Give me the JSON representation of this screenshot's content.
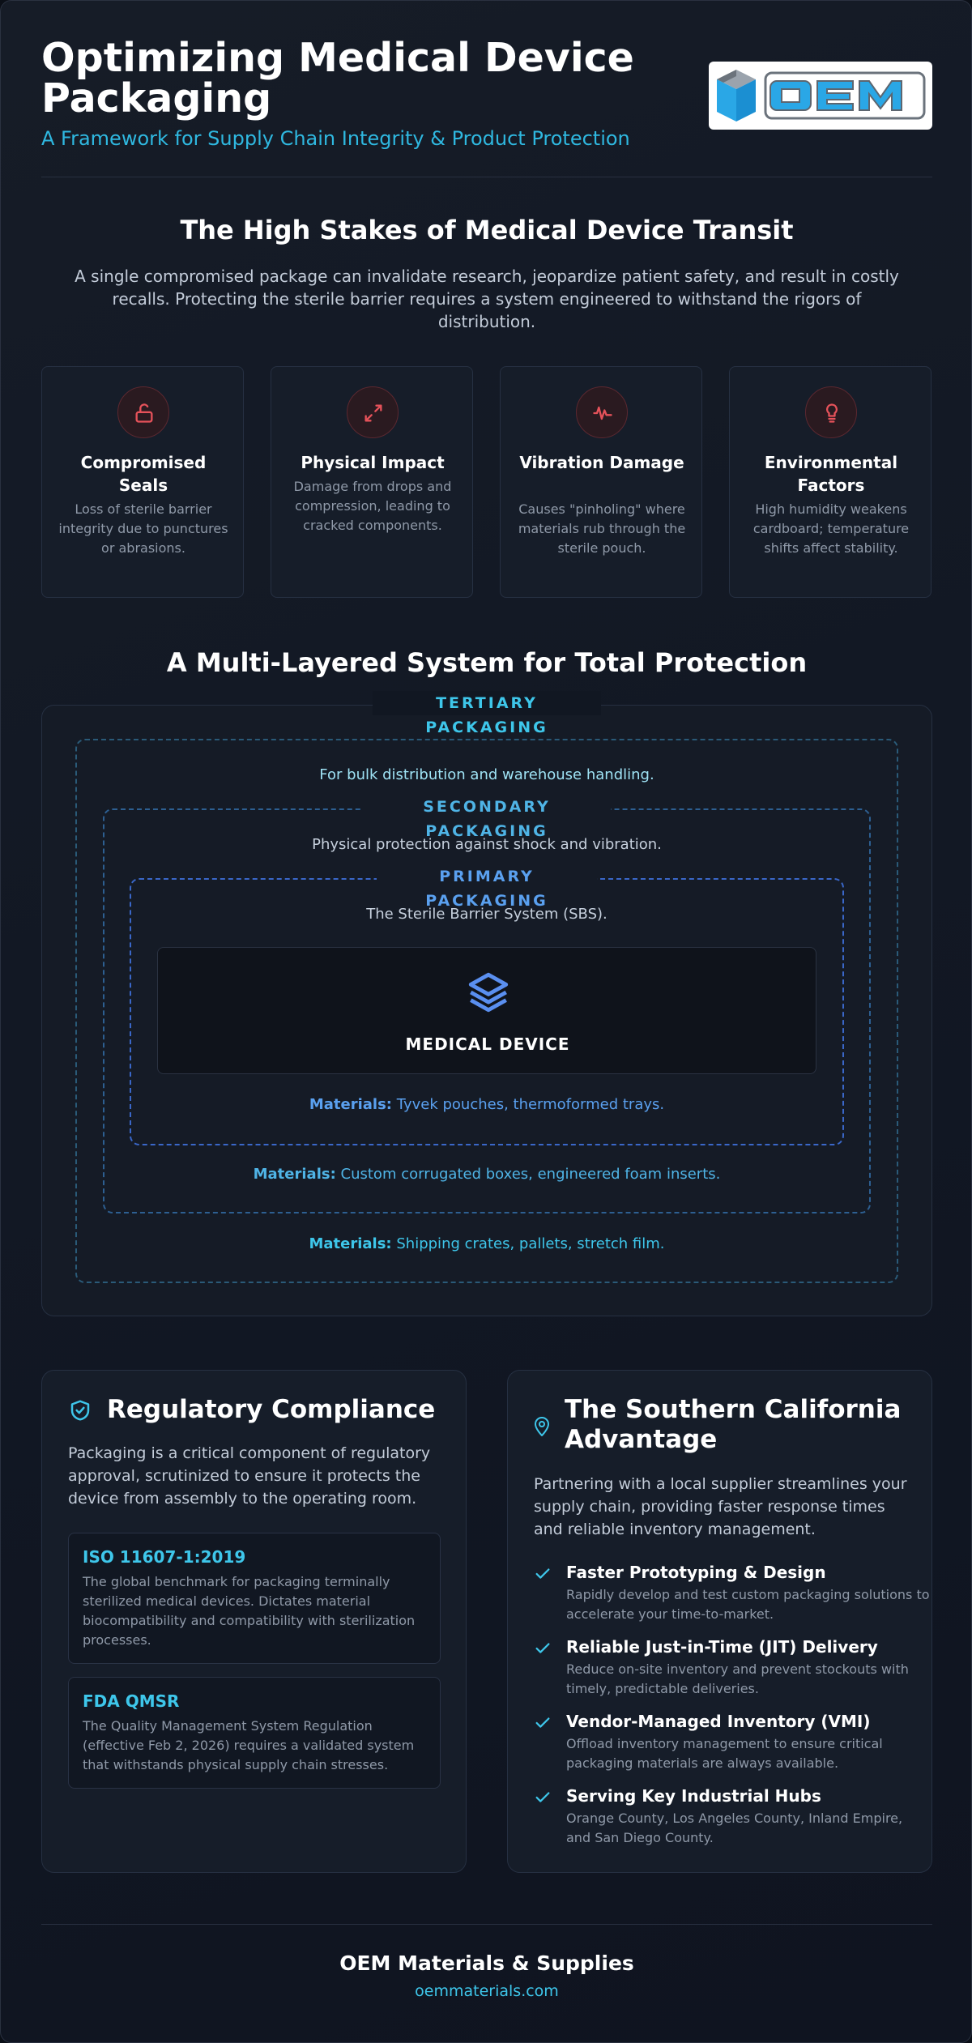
{
  "header": {
    "title": "Optimizing Medical Device Packaging",
    "subtitle": "A Framework for Supply Chain Integrity & Product Protection",
    "logo_text": "OEM"
  },
  "stakes": {
    "title": "The High Stakes of Medical Device Transit",
    "intro": "A single compromised package can invalidate research, jeopardize patient safety, and result in costly recalls. Protecting the sterile barrier requires a system engineered to withstand the rigors of distribution.",
    "risks": [
      {
        "icon": "unlock-icon",
        "title": "Compromised Seals",
        "desc": "Loss of sterile barrier integrity due to punctures or abrasions."
      },
      {
        "icon": "impact-arrows-icon",
        "title": "Physical Impact",
        "desc": "Damage from drops and compression, leading to cracked components."
      },
      {
        "icon": "vibration-wave-icon",
        "title": "Vibration Damage",
        "desc": "Causes \"pinholing\" where materials rub through the sterile pouch."
      },
      {
        "icon": "lightbulb-icon",
        "title": "Environmental Factors",
        "desc": "High humidity weakens cardboard; temperature shifts affect stability."
      }
    ]
  },
  "layers": {
    "title": "A Multi-Layered System for Total Protection",
    "tertiary": {
      "label": "TERTIARY PACKAGING",
      "desc": "For bulk distribution and warehouse handling.",
      "materials_label": "Materials:",
      "materials": "Shipping crates, pallets, stretch film."
    },
    "secondary": {
      "label": "SECONDARY PACKAGING",
      "desc": "Physical protection against shock and vibration.",
      "materials_label": "Materials:",
      "materials": "Custom corrugated boxes, engineered foam inserts."
    },
    "primary": {
      "label": "PRIMARY PACKAGING",
      "desc": "The Sterile Barrier System (SBS).",
      "materials_label": "Materials:",
      "materials": "Tyvek pouches, thermoformed trays."
    },
    "device": {
      "icon": "layers-icon",
      "label": "MEDICAL DEVICE"
    }
  },
  "compliance": {
    "icon": "shield-check-icon",
    "title": "Regulatory Compliance",
    "text": "Packaging is a critical component of regulatory approval, scrutinized to ensure it protects the device from assembly to the operating room.",
    "standards": [
      {
        "title": "ISO 11607-1:2019",
        "desc": "The global benchmark for packaging terminally sterilized medical devices. Dictates material biocompatibility and compatibility with sterilization processes."
      },
      {
        "title": "FDA QMSR",
        "desc": "The Quality Management System Regulation (effective Feb 2, 2026) requires a validated system that withstands physical supply chain stresses."
      }
    ]
  },
  "advantage": {
    "icon": "location-pin-icon",
    "title": "The Southern California Advantage",
    "text": "Partnering with a local supplier streamlines your supply chain, providing faster response times and reliable inventory management.",
    "items": [
      {
        "title": "Faster Prototyping & Design",
        "desc": "Rapidly develop and test custom packaging solutions to accelerate your time-to-market."
      },
      {
        "title": "Reliable Just-in-Time (JIT) Delivery",
        "desc": "Reduce on-site inventory and prevent stockouts with timely, predictable deliveries."
      },
      {
        "title": "Vendor-Managed Inventory (VMI)",
        "desc": "Offload inventory management to ensure critical packaging materials are always available."
      },
      {
        "title": "Serving Key Industrial Hubs",
        "desc": "Orange County, Los Angeles County, Inland Empire, and San Diego County."
      }
    ]
  },
  "footer": {
    "company": "OEM Materials & Supplies",
    "website": "oemmaterials.com"
  },
  "colors": {
    "accent_cyan": "#3ec6ea",
    "accent_blue": "#5aa0ef",
    "risk_red": "#e5525a",
    "background": "#121824"
  }
}
